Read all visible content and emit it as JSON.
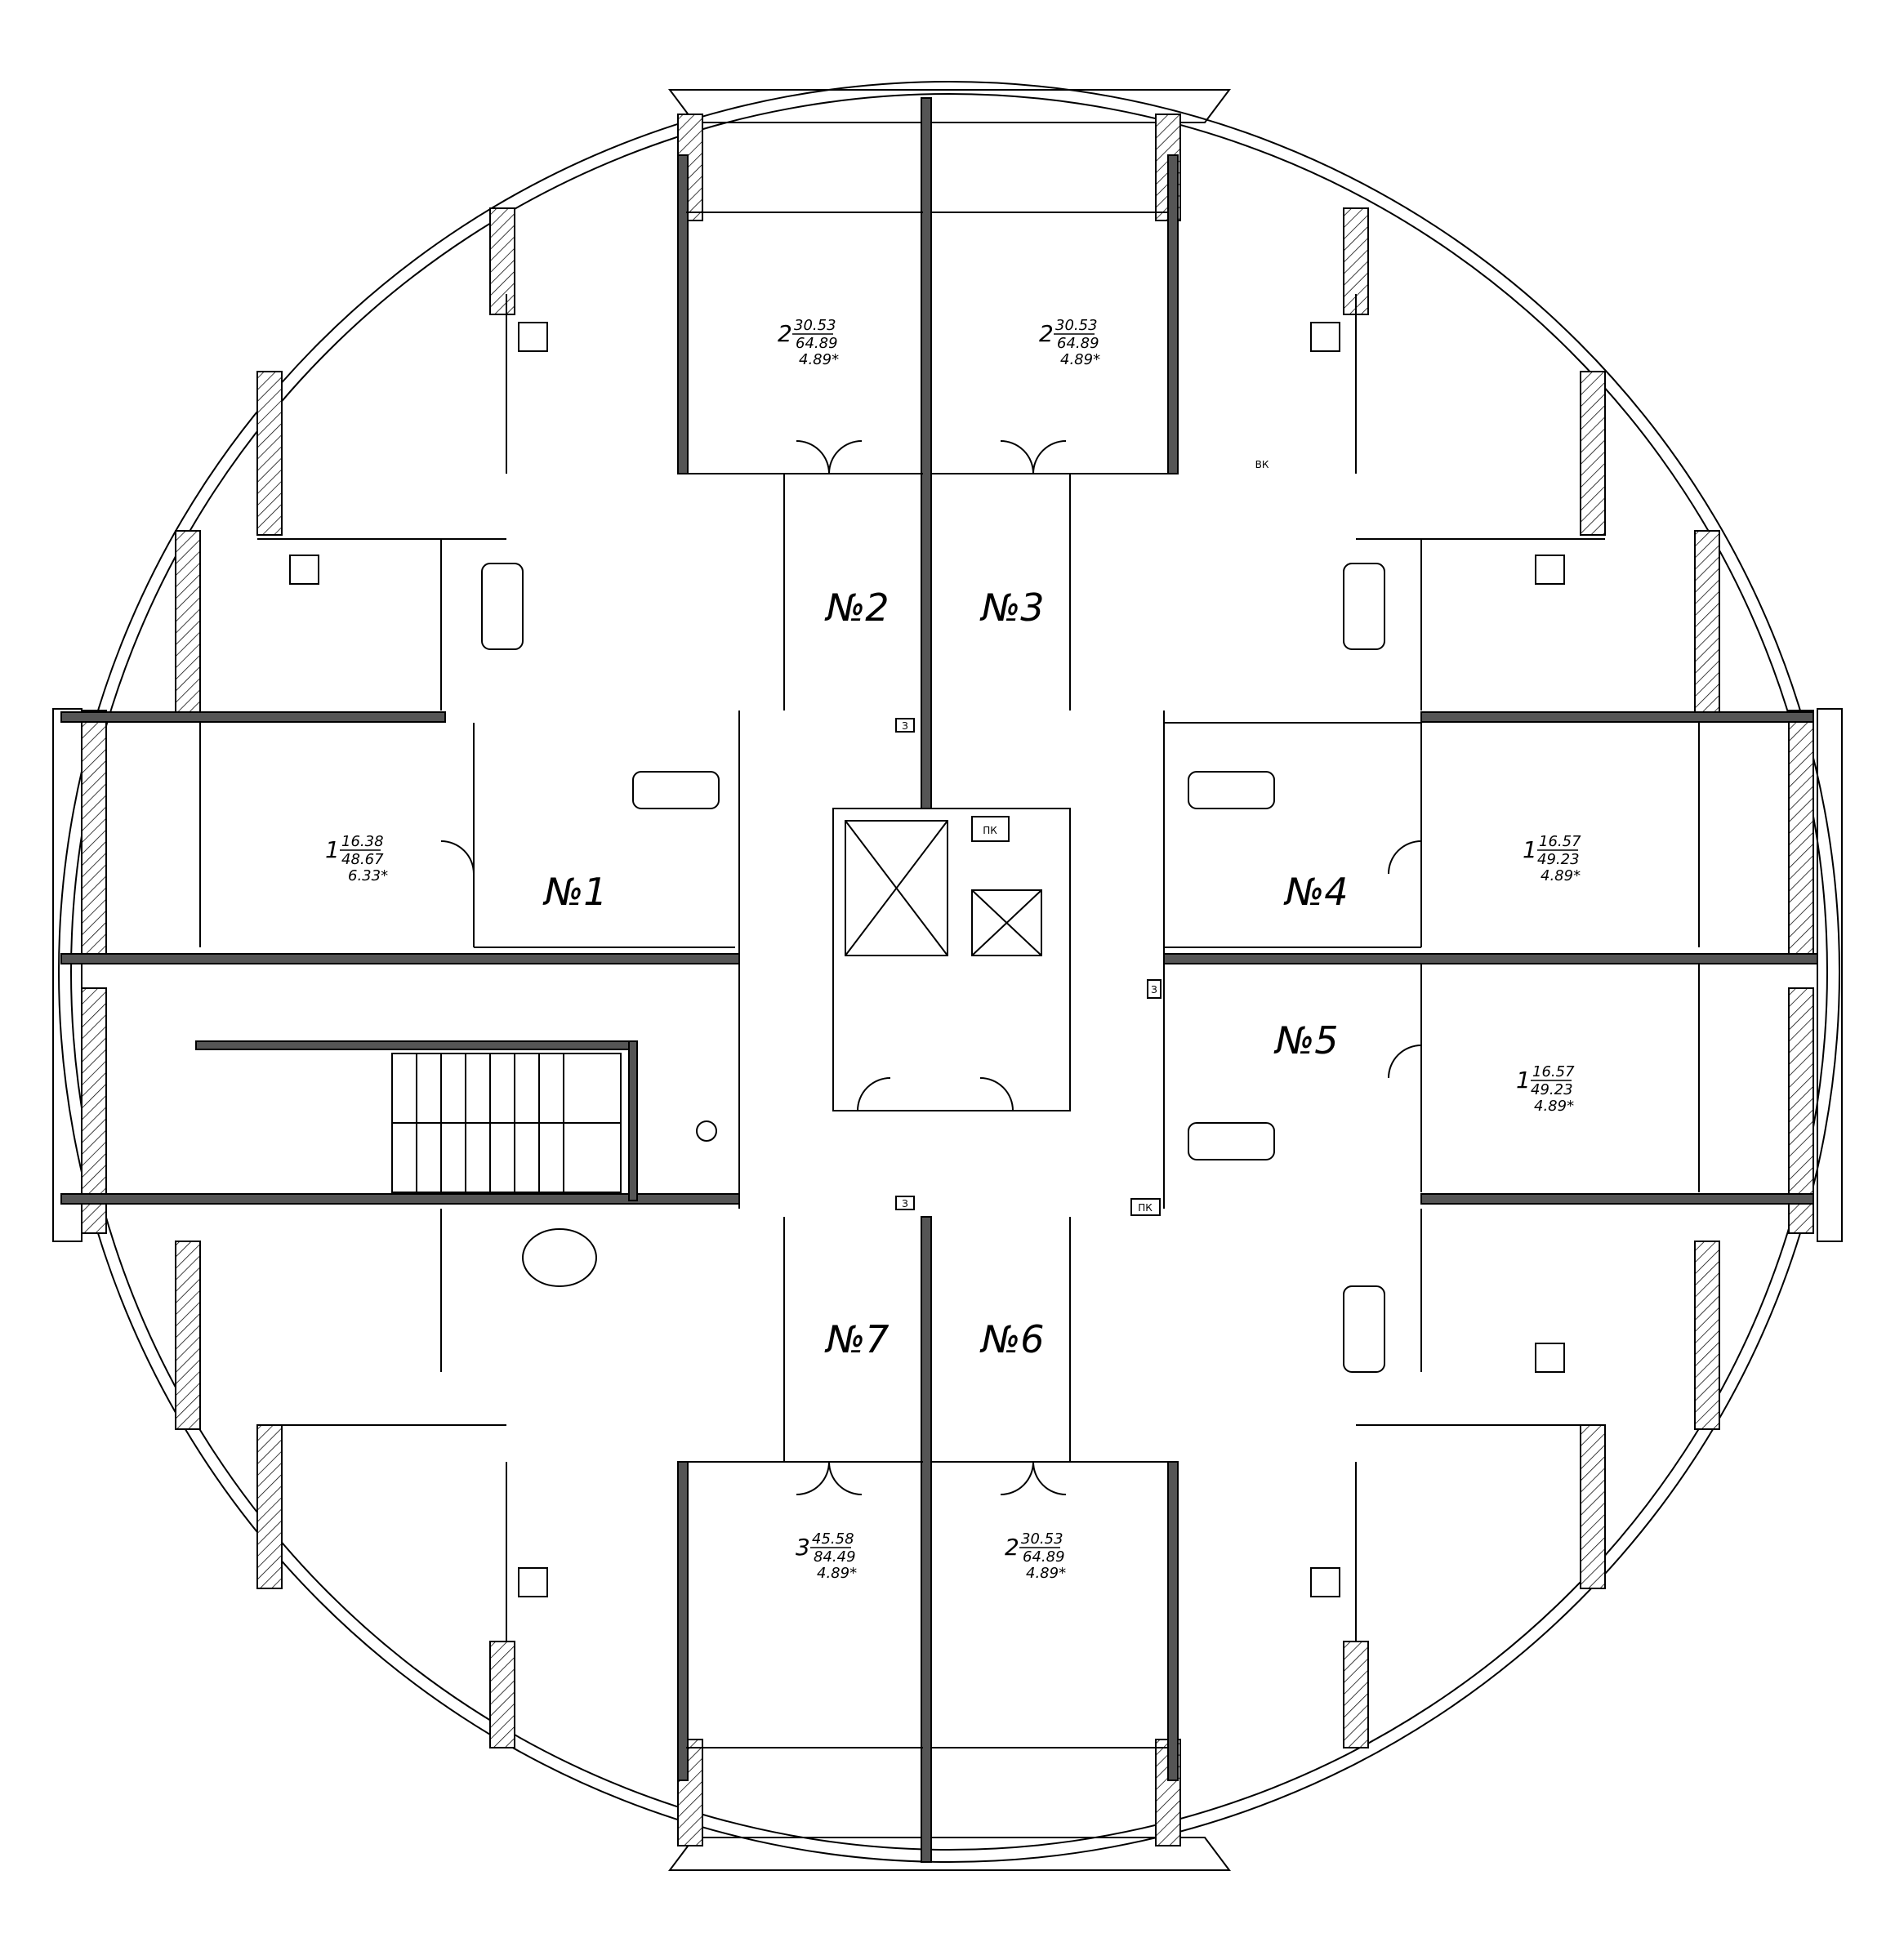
{
  "apartments": [
    {
      "id": "1",
      "number_label": "№1",
      "rooms": "1",
      "living": "16.38",
      "total": "48.67",
      "balcony": "6.33*"
    },
    {
      "id": "2",
      "number_label": "№2",
      "rooms": "2",
      "living": "30.53",
      "total": "64.89",
      "balcony": "4.89*"
    },
    {
      "id": "3",
      "number_label": "№3",
      "rooms": "2",
      "living": "30.53",
      "total": "64.89",
      "balcony": "4.89*"
    },
    {
      "id": "4",
      "number_label": "№4",
      "rooms": "1",
      "living": "16.57",
      "total": "49.23",
      "balcony": "4.89*"
    },
    {
      "id": "5",
      "number_label": "№5",
      "rooms": "1",
      "living": "16.57",
      "total": "49.23",
      "balcony": "4.89*"
    },
    {
      "id": "6",
      "number_label": "№6",
      "rooms": "2",
      "living": "30.53",
      "total": "64.89",
      "balcony": "4.89*"
    },
    {
      "id": "7",
      "number_label": "№7",
      "rooms": "3",
      "living": "45.58",
      "total": "84.49",
      "balcony": "4.89*"
    }
  ],
  "markers": {
    "pk_top": "ПК",
    "pk_bottom": "ПК",
    "vk": "ВК",
    "z_top": "З",
    "z_right": "З",
    "z_bottom": "З"
  },
  "colors": {
    "line": "#000000",
    "wall_fill": "#555555",
    "background": "#ffffff"
  }
}
